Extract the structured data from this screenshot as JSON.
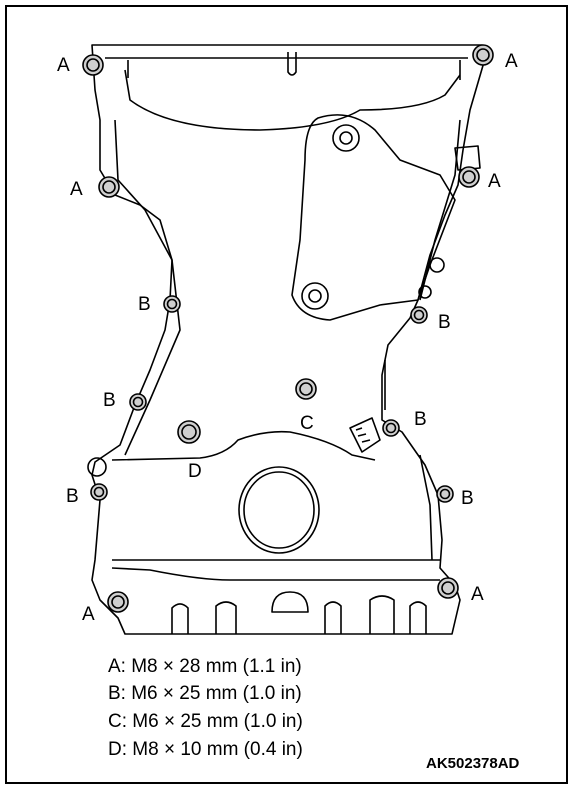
{
  "figure": {
    "figure_code": "AK502378AD",
    "callouts": [
      "A",
      "A",
      "A",
      "A",
      "A",
      "A",
      "B",
      "B",
      "B",
      "B",
      "B",
      "B",
      "C",
      "D"
    ],
    "legend": [
      "A: M8 × 28 mm (1.1 in)",
      "B: M6 × 25 mm (1.0 in)",
      "C: M6 × 25 mm (1.0 in)",
      "D: M8 × 10 mm (0.4 in)"
    ]
  },
  "colors": {
    "line": "#000000",
    "background": "#ffffff",
    "bolt_fill": "#cfcfcf"
  }
}
